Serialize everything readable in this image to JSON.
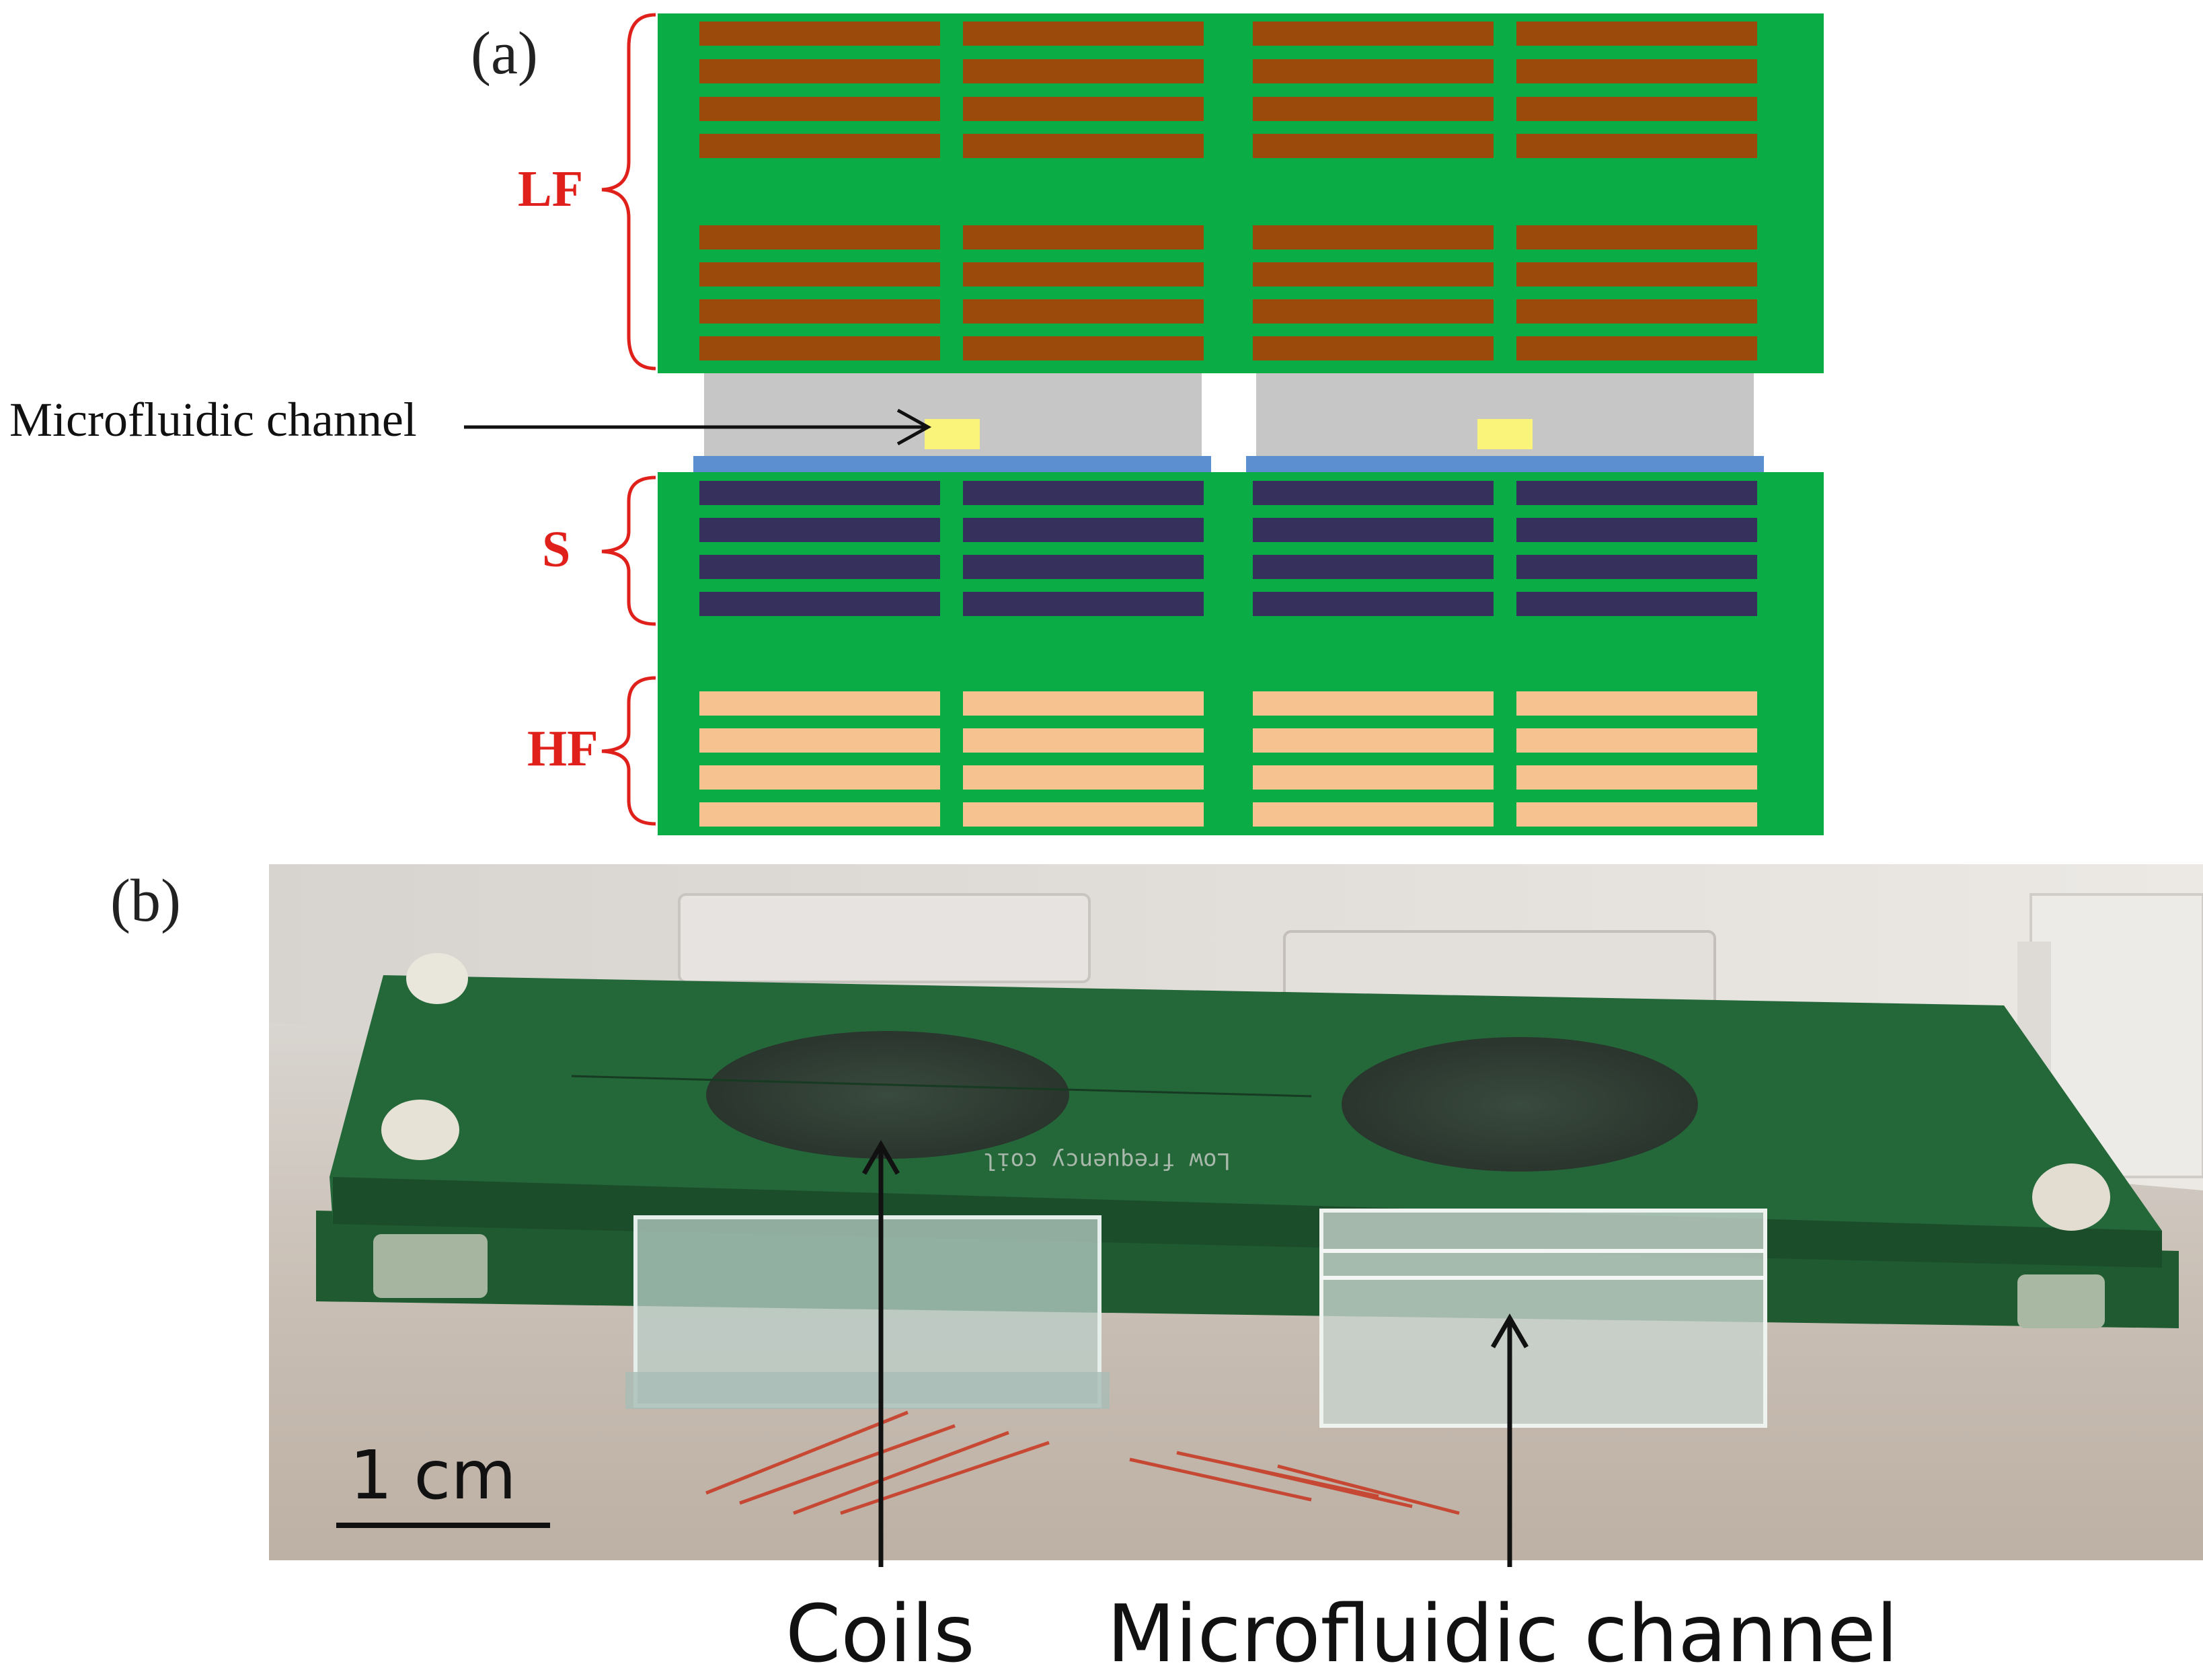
{
  "panel_a": {
    "label": "(a)",
    "layers": {
      "lf": "LF",
      "s": "S",
      "hf": "HF"
    },
    "channel_callout": "Microfluidic channel",
    "colors": {
      "pcb": "#0aad45",
      "lf_trace": "#9b4a0c",
      "s_trace": "#35305c",
      "hf_trace": "#f5c290",
      "spacer": "#c6c6c6",
      "glass": "#5b8fd0",
      "channel": "#fbf47a",
      "brace": "#e0201a"
    }
  },
  "panel_b": {
    "label": "(b)",
    "scale_bar": "1 cm",
    "captions": {
      "coils": "Coils",
      "channel": "Microfluidic channel"
    }
  }
}
